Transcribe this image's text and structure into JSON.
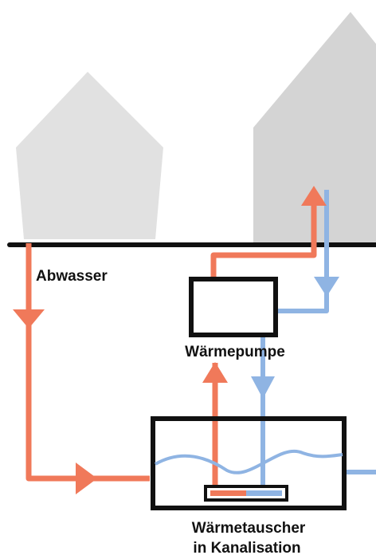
{
  "labels": {
    "wastewater": "Abwasser",
    "heat_pump": "Wärmepumpe",
    "heat_exchanger_line1": "Wärmetauscher",
    "heat_exchanger_line2": "in Kanalisation"
  },
  "colors": {
    "house_left": "#e1e1e1",
    "house_right": "#d4d4d4",
    "ground_line": "#111111",
    "warm_pipe": "#f0795a",
    "cold_pipe": "#8fb4e3",
    "box_stroke": "#111111",
    "water_surface": "#8fb4e3"
  },
  "icons": {
    "house_left": "house-icon",
    "house_right": "house-icon",
    "flow_arrow": "arrow-icon"
  }
}
